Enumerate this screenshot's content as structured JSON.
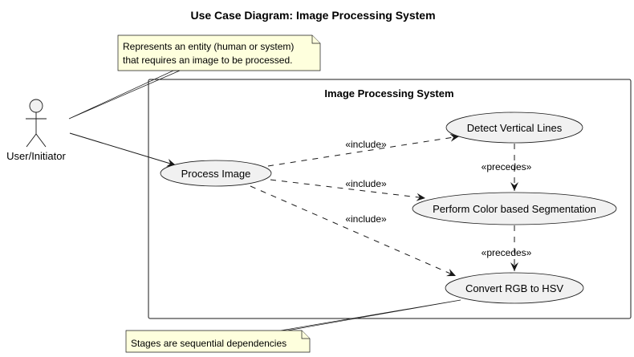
{
  "diagram": {
    "title": "Use Case Diagram: Image Processing System",
    "actor": {
      "label": "User/Initiator"
    },
    "system_boundary": {
      "label": "Image Processing System"
    },
    "use_cases": {
      "process_image": "Process Image",
      "detect_vertical_lines": "Detect Vertical Lines",
      "color_segmentation": "Perform Color based Segmentation",
      "rgb_to_hsv": "Convert RGB to HSV"
    },
    "relations": {
      "include_detect": "«include»",
      "include_segmentation": "«include»",
      "include_hsv": "«include»",
      "precedes_1": "«precedes»",
      "precedes_2": "«precedes»"
    },
    "notes": {
      "actor_note_line1": "Represents an entity (human or system)",
      "actor_note_line2": "that requires an image to be processed.",
      "hsv_note": "Stages are sequential dependencies"
    },
    "colors": {
      "use_case_fill": "#f1f1f1",
      "note_fill": "#feffdd",
      "stroke": "#181818"
    }
  }
}
